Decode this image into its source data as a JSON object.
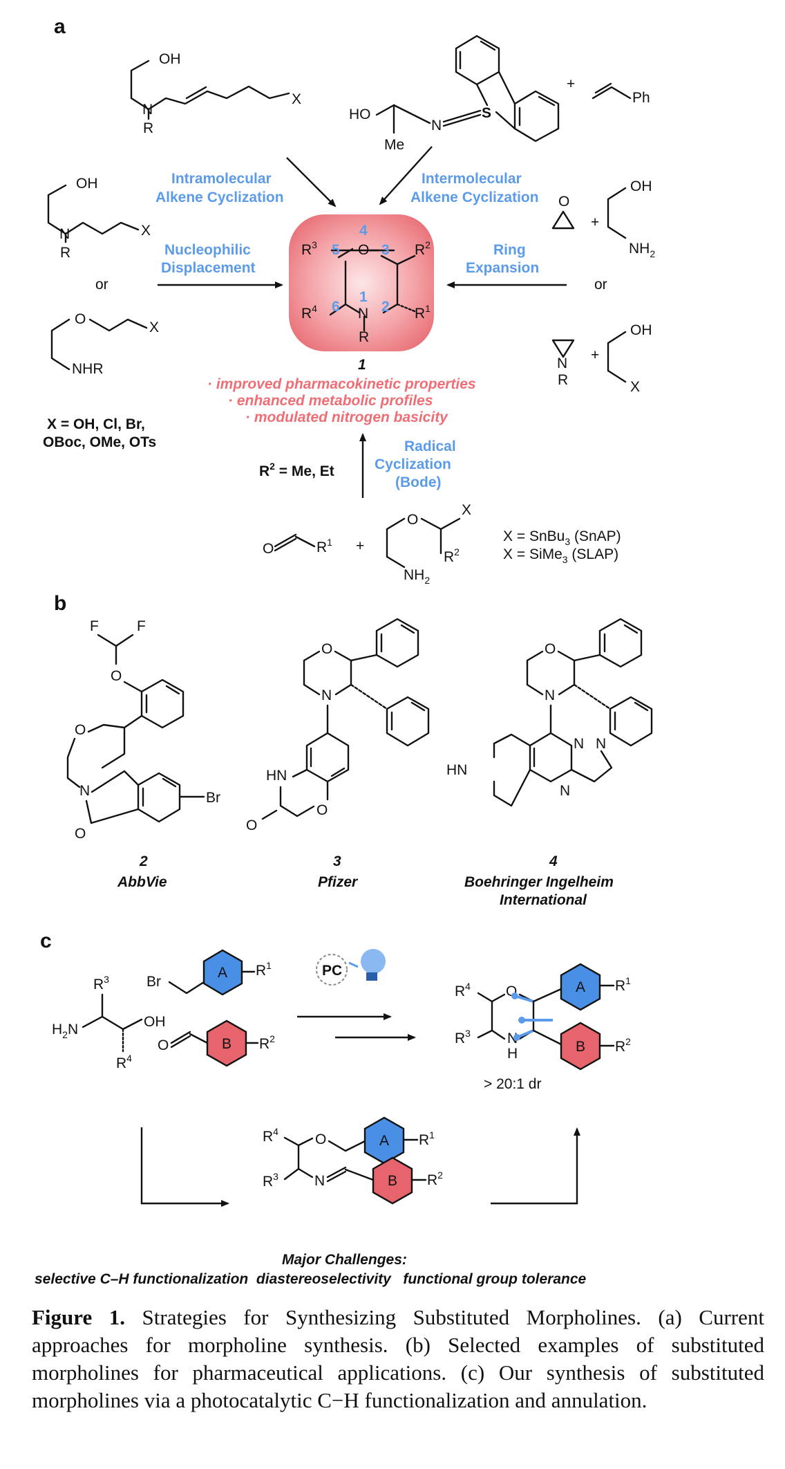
{
  "panels": {
    "a": "a",
    "b": "b",
    "c": "c"
  },
  "panel_a": {
    "top_left_labels": {
      "oh": "OH",
      "n": "N",
      "r": "R",
      "x": "X"
    },
    "top_right_labels": {
      "ho": "HO",
      "me": "Me",
      "n": "N",
      "s": "S",
      "plus": "+",
      "ph": "Ph"
    },
    "left_labels": {
      "oh": "OH",
      "n": "N",
      "r": "R",
      "x": "X",
      "or": "or",
      "o": "O",
      "x2": "X",
      "nhr": "NHR"
    },
    "x_list_1": "X = OH, Cl, Br,",
    "x_list_2": "OBoc, OMe, OTs",
    "right_labels": {
      "o": "O",
      "plus": "+",
      "oh": "OH",
      "nh2": "NH",
      "nh2_sub": "2",
      "or": "or",
      "n": "N",
      "r": "R",
      "plus2": "+",
      "oh2": "OH",
      "x": "X"
    },
    "method_intramolecular": [
      "Intramolecular",
      "Alkene Cyclization"
    ],
    "method_intermolecular": [
      "Intermolecular",
      "Alkene Cyclization"
    ],
    "method_nucleophilic": [
      "Nucleophilic",
      "Displacement"
    ],
    "method_ring": [
      "Ring",
      "Expansion"
    ],
    "method_radical": [
      "Radical",
      "Cyclization",
      "(Bode)"
    ],
    "core": {
      "o": "O",
      "n": "N",
      "r": "R",
      "pos4": "4",
      "pos5": "5",
      "pos3": "3",
      "pos1": "1",
      "pos6": "6",
      "pos2": "2",
      "r3": "R",
      "r3_sup": "3",
      "r2": "R",
      "r2_sup": "2",
      "r4": "R",
      "r4_sup": "4",
      "r1": "R",
      "r1_sup": "1"
    },
    "compound_number": "1",
    "properties": [
      "· improved pharmacokinetic properties",
      "· enhanced metabolic profiles",
      "· modulated nitrogen basicity"
    ],
    "r2_def": "R",
    "r2_def_sup": "2",
    "r2_def_rest": " = Me, Et",
    "bottom_labels": {
      "o_ald": "O",
      "r1": "R",
      "r1_sup": "1",
      "plus": "+",
      "o": "O",
      "x": "X",
      "r2": "R",
      "r2_sup": "2",
      "nh2": "NH",
      "nh2_sub": "2"
    },
    "snap_1": "X = SnBu",
    "snap_1_sub": "3",
    "snap_1_rest": " (SnAP)",
    "snap_2": "X = SiMe",
    "snap_2_sub": "3",
    "snap_2_rest": " (SLAP)"
  },
  "panel_b": {
    "compounds": [
      {
        "number": "2",
        "company": "AbbVie"
      },
      {
        "number": "3",
        "company": "Pfizer"
      },
      {
        "number": "4",
        "company_line1": "Boehringer Ingelheim",
        "company_line2": "International"
      }
    ],
    "labels2": {
      "f1": "F",
      "f2": "F",
      "o1": "O",
      "o2": "O",
      "n": "N",
      "o3": "O",
      "br": "Br"
    },
    "labels3": {
      "o": "O",
      "n": "N",
      "hn": "HN",
      "o2": "O",
      "o3": "O"
    },
    "labels4": {
      "o": "O",
      "n": "N",
      "hn": "HN",
      "n2": "N",
      "n3": "N",
      "n4": "N"
    }
  },
  "panel_c": {
    "aminoalcohol": {
      "r3": "R",
      "r3_sup": "3",
      "h2n": "H",
      "h2n_sub": "2",
      "h2n_n": "N",
      "oh": "OH",
      "r4": "R",
      "r4_sup": "4"
    },
    "br": "Br",
    "ring_a": "A",
    "ring_b": "B",
    "r1": "R",
    "r1_sup": "1",
    "r2": "R",
    "r2_sup": "2",
    "o_ald": "O",
    "pc": "PC",
    "product": {
      "r4": "R",
      "r4_sup": "4",
      "o": "O",
      "r3": "R",
      "r3_sup": "3",
      "n": "N",
      "h": "H"
    },
    "dr": "> 20:1 dr",
    "intermediate": {
      "r4": "R",
      "r4_sup": "4",
      "o": "O",
      "r3": "R",
      "r3_sup": "3",
      "n": "N"
    },
    "challenges_title": "Major Challenges:",
    "challenges": "selective C–H functionalization  diastereoselectivity   functional group tolerance"
  },
  "caption": {
    "label": "Figure 1.",
    "text": " Strategies for Synthesizing Substituted Morpholines. (a) Current approaches for morpholine synthesis. (b) Selected examples of substituted morpholines for pharmaceutical applications. (c) Our synthesis of substituted morpholines via a photocatalytic C−H functionalization and annulation."
  },
  "colors": {
    "blue": "#5b9bea",
    "pink": "#ef6d74",
    "ring_a_fill": "#4a8fe6",
    "ring_b_fill": "#e8646c",
    "core_fill": "#f4a0a4"
  }
}
